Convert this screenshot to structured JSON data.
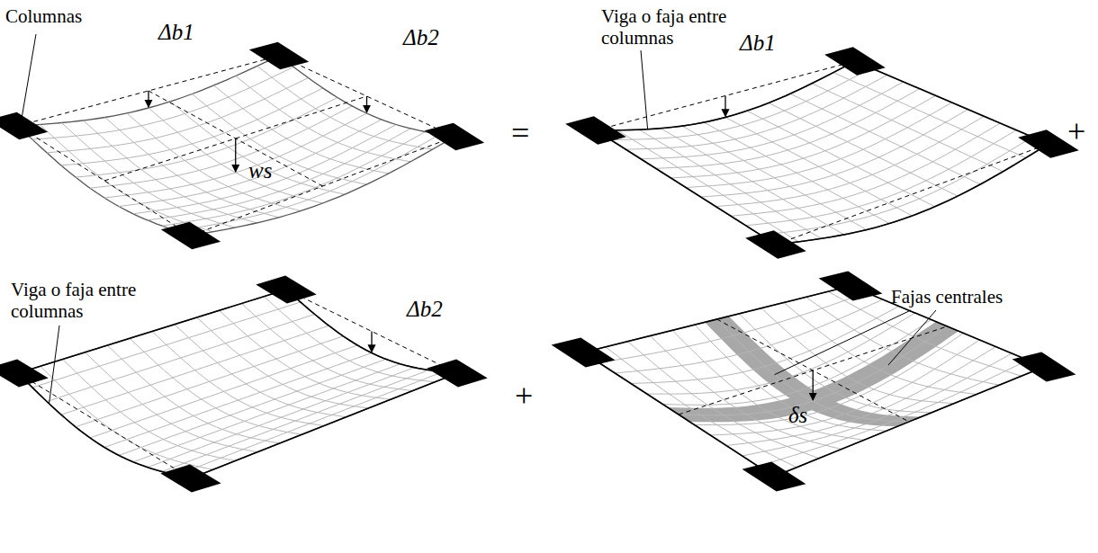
{
  "diagram": {
    "labels": [
      "Columnas",
      "Δb1",
      "Δb2",
      "ws",
      "=",
      "Viga o faja entre columnas",
      "Δb1",
      "+",
      "Viga o faja entre columnas",
      "Δb2",
      "+",
      "Fajas centrales",
      "δs"
    ]
  }
}
